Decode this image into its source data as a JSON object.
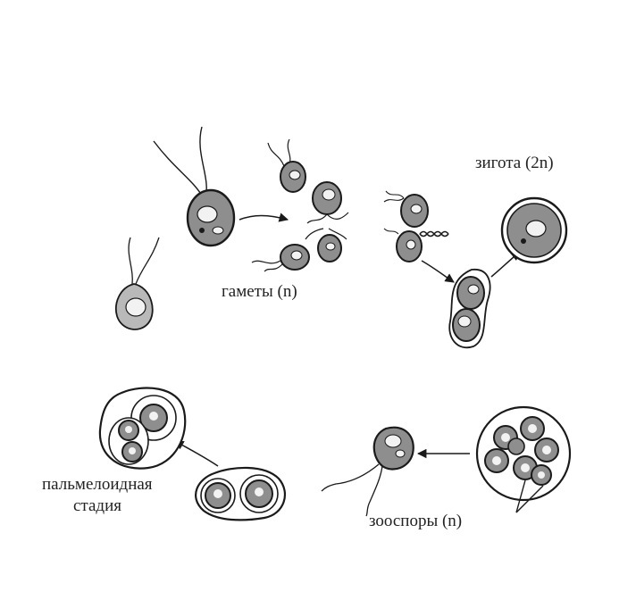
{
  "labels": {
    "zygote": "зигота (2n)",
    "gametes": "гаметы (n)",
    "palmelloid_line1": "пальмелоидная",
    "palmelloid_line2": "стадия",
    "zoospores": "зооспоры (n)"
  },
  "colors": {
    "ink": "#1a1a1a",
    "cell_fill": "#8e8e8e",
    "nucleus_fill": "#f2f2f2",
    "background": "#ffffff"
  }
}
